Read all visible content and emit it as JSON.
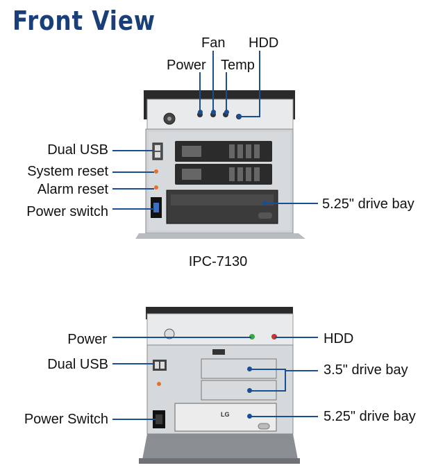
{
  "title": "Front View",
  "top_unit": {
    "model": "IPC-7130",
    "labels": {
      "fan": "Fan",
      "hdd": "HDD",
      "power": "Power",
      "temp": "Temp",
      "dual_usb": "Dual USB",
      "system_reset": "System reset",
      "alarm_reset": "Alarm reset",
      "power_switch": "Power switch",
      "drive_bay": "5.25\" drive bay"
    }
  },
  "bottom_unit": {
    "labels": {
      "power": "Power",
      "hdd": "HDD",
      "dual_usb": "Dual USB",
      "drive_bay_35": "3.5\" drive bay",
      "power_switch": "Power Switch",
      "drive_bay_525": "5.25\" drive bay"
    },
    "drive_brand": "LG"
  },
  "colors": {
    "title": "#1a3f78",
    "leader_line": "#1a4e92",
    "power_led": "#3aa84a",
    "hdd_led": "#c0392b",
    "reset_button": "#e8702a"
  }
}
